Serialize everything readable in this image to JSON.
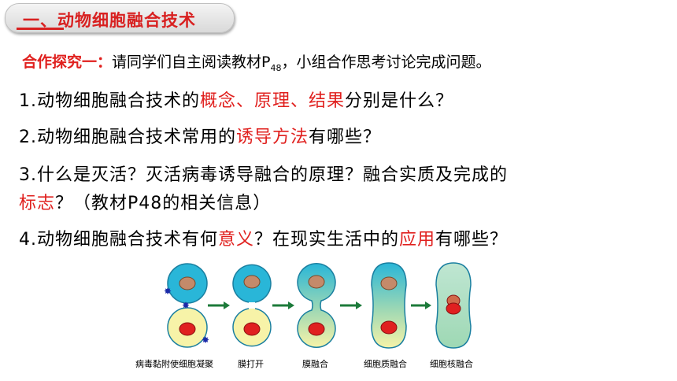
{
  "header": {
    "title": "一、动物细胞融合技术"
  },
  "intro": {
    "lead": "合作探究一：",
    "text": "请同学们自主阅读教材P",
    "subscript": "48",
    "rest": "，小组合作思考讨论完成问题。"
  },
  "questions": [
    {
      "p1": "1.动物细胞融合技术的",
      "h1": "概念、原理、结果",
      "p2": "分别是什么？"
    },
    {
      "p1": "2.动物细胞融合技术常用的",
      "h1": "诱导方法",
      "p2": "有哪些？"
    },
    {
      "p1": "3.什么是灭活？灭活病毒诱导融合的原理？融合实质及完成的",
      "h1": "标志",
      "p2": "？（教材P48的相关信息）"
    },
    {
      "p1": "4.动物细胞融合技术有何",
      "h1": "意义",
      "p2": "？在现实生活中的",
      "h2": "应用",
      "p3": "有哪些？"
    }
  ],
  "diagram": {
    "captions": [
      "病毒黏附使细胞凝聚",
      "膜打开",
      "膜融合",
      "细胞质融合",
      "细胞核融合"
    ],
    "colors": {
      "cell_top": "#29b6d8",
      "cell_bottom": "#f7f3a8",
      "nucleus_top": "#c48a6a",
      "nucleus_bottom": "#e02020",
      "arrow": "#1c7a3a",
      "virus": "#1a2aa8",
      "fused": "#9ed8b4"
    }
  }
}
